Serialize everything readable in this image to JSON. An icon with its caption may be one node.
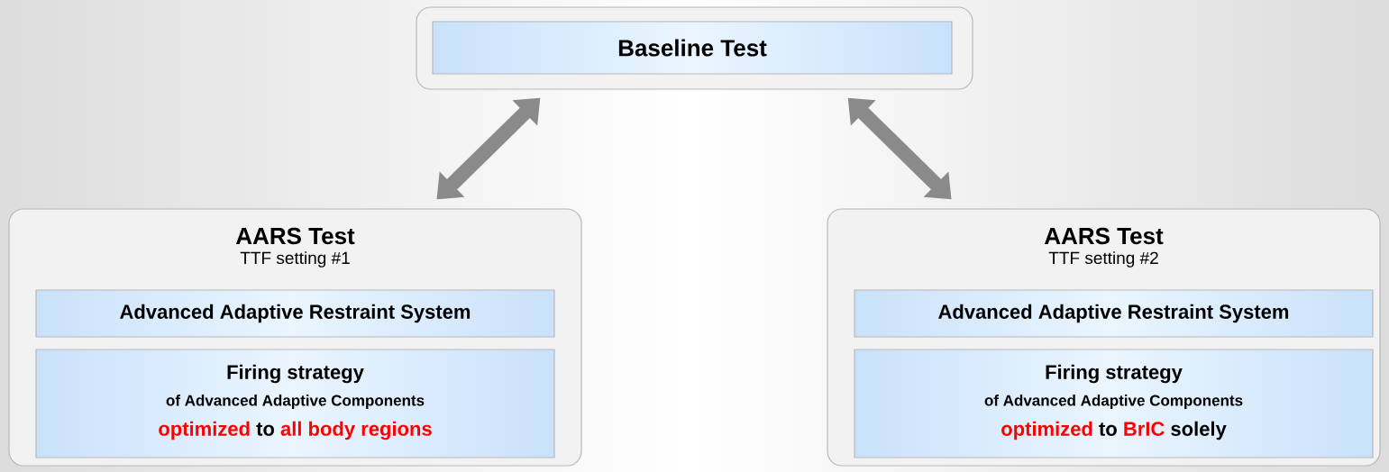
{
  "diagram": {
    "nodes": [
      {
        "text": [],
        "shape": "box"
      },
      {
        "text": [
          "Baseline Test"
        ],
        "in": 0
      },
      {
        "text": [
          "AARS Test",
          "TTF setting #1"
        ]
      },
      {
        "text": [
          "Advanced Adaptive Restraint System"
        ],
        "in": 2
      },
      {
        "text": [
          "Firing strategy",
          "of Advanced Adaptive Components",
          "optimized",
          "to",
          "all body regions"
        ],
        "in": 2
      },
      {
        "text": [
          "AARS Test",
          "TTF setting #2"
        ]
      },
      {
        "text": [
          "Advanced Adaptive Restraint System"
        ],
        "in": 5
      },
      {
        "text": [
          "Firing strategy",
          "of Advanced Adaptive Components",
          "optimized",
          "to",
          "BrIC",
          "solely"
        ],
        "in": 5
      }
    ],
    "edges": [
      {
        "from": 0,
        "to": 2,
        "arrow": "both"
      },
      {
        "from": 0,
        "to": 5,
        "arrow": "both"
      }
    ]
  }
}
